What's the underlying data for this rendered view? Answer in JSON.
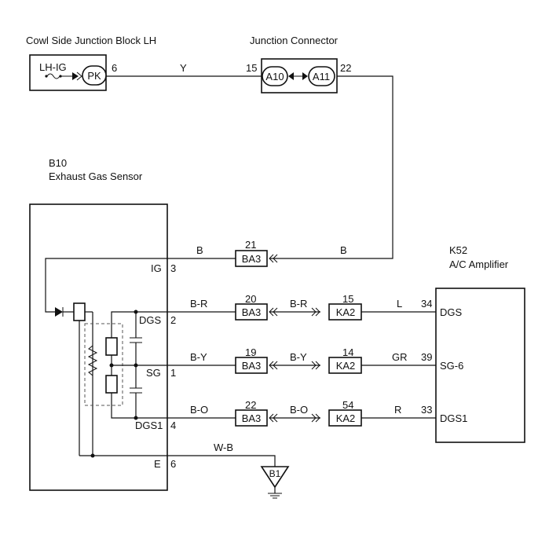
{
  "junction_block": {
    "title": "Cowl Side Junction Block LH",
    "fuse": "LH-IG",
    "connector": "PK",
    "pin": "6"
  },
  "junction_connector": {
    "title": "Junction Connector",
    "left_conn": "A10",
    "right_conn": "A11",
    "left_pin": "15",
    "right_pin": "22"
  },
  "wire_y": "Y",
  "sensor": {
    "code": "B10",
    "name": "Exhaust Gas Sensor",
    "terminals": [
      {
        "name": "IG",
        "pin": "3"
      },
      {
        "name": "DGS",
        "pin": "2"
      },
      {
        "name": "SG",
        "pin": "1"
      },
      {
        "name": "DGS1",
        "pin": "4"
      },
      {
        "name": "E",
        "pin": "6"
      }
    ]
  },
  "amplifier": {
    "code": "K52",
    "name": "A/C Amplifier",
    "terminals": [
      {
        "name": "DGS",
        "pin": "34"
      },
      {
        "name": "SG-6",
        "pin": "39"
      },
      {
        "name": "DGS1",
        "pin": "33"
      }
    ]
  },
  "ig_line": {
    "conn": "BA3",
    "pin": "21",
    "wire_left": "B",
    "wire_right": "B"
  },
  "signal_lines": [
    {
      "ba_pin": "20",
      "ba": "BA3",
      "wire1": "B-R",
      "wire2": "B-R",
      "ka_pin": "15",
      "ka": "KA2",
      "wire3": "L"
    },
    {
      "ba_pin": "19",
      "ba": "BA3",
      "wire1": "B-Y",
      "wire2": "B-Y",
      "ka_pin": "14",
      "ka": "KA2",
      "wire3": "GR"
    },
    {
      "ba_pin": "22",
      "ba": "BA3",
      "wire1": "B-O",
      "wire2": "B-O",
      "ka_pin": "54",
      "ka": "KA2",
      "wire3": "R"
    }
  ],
  "ground": {
    "wire": "W-B",
    "label": "B1"
  }
}
